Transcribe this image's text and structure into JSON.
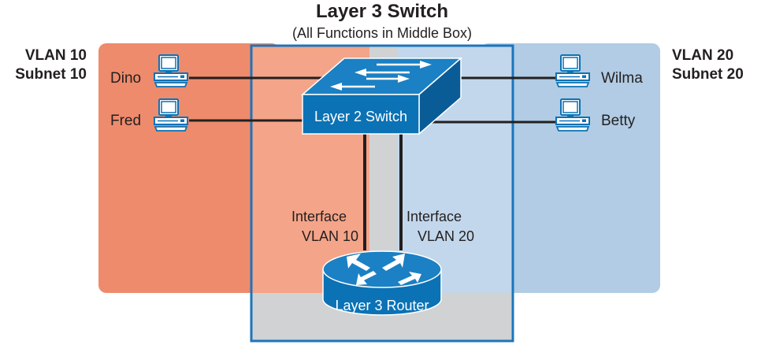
{
  "title": "Layer 3 Switch",
  "subtitle": "(All Functions in Middle Box)",
  "vlan_left": {
    "vlan": "VLAN 10",
    "subnet": "Subnet 10",
    "color": "#ee8b6c"
  },
  "vlan_right": {
    "vlan": "VLAN 20",
    "subnet": "Subnet 20",
    "color": "#b1cce4"
  },
  "hosts": {
    "dino": "Dino",
    "fred": "Fred",
    "wilma": "Wilma",
    "betty": "Betty"
  },
  "switch_label": "Layer 2 Switch",
  "router_label": "Layer 3 Router",
  "interface_left": {
    "line1": "Interface",
    "line2": "VLAN 10"
  },
  "interface_right": {
    "line1": "Interface",
    "line2": "VLAN 20"
  },
  "colors": {
    "device_blue": "#0b72b5",
    "device_dark": "#084f80",
    "box_border": "#1b75bb",
    "middle_gray": "#d1d2d4",
    "left_light": "#f4a488",
    "right_light": "#c2d7eb"
  }
}
